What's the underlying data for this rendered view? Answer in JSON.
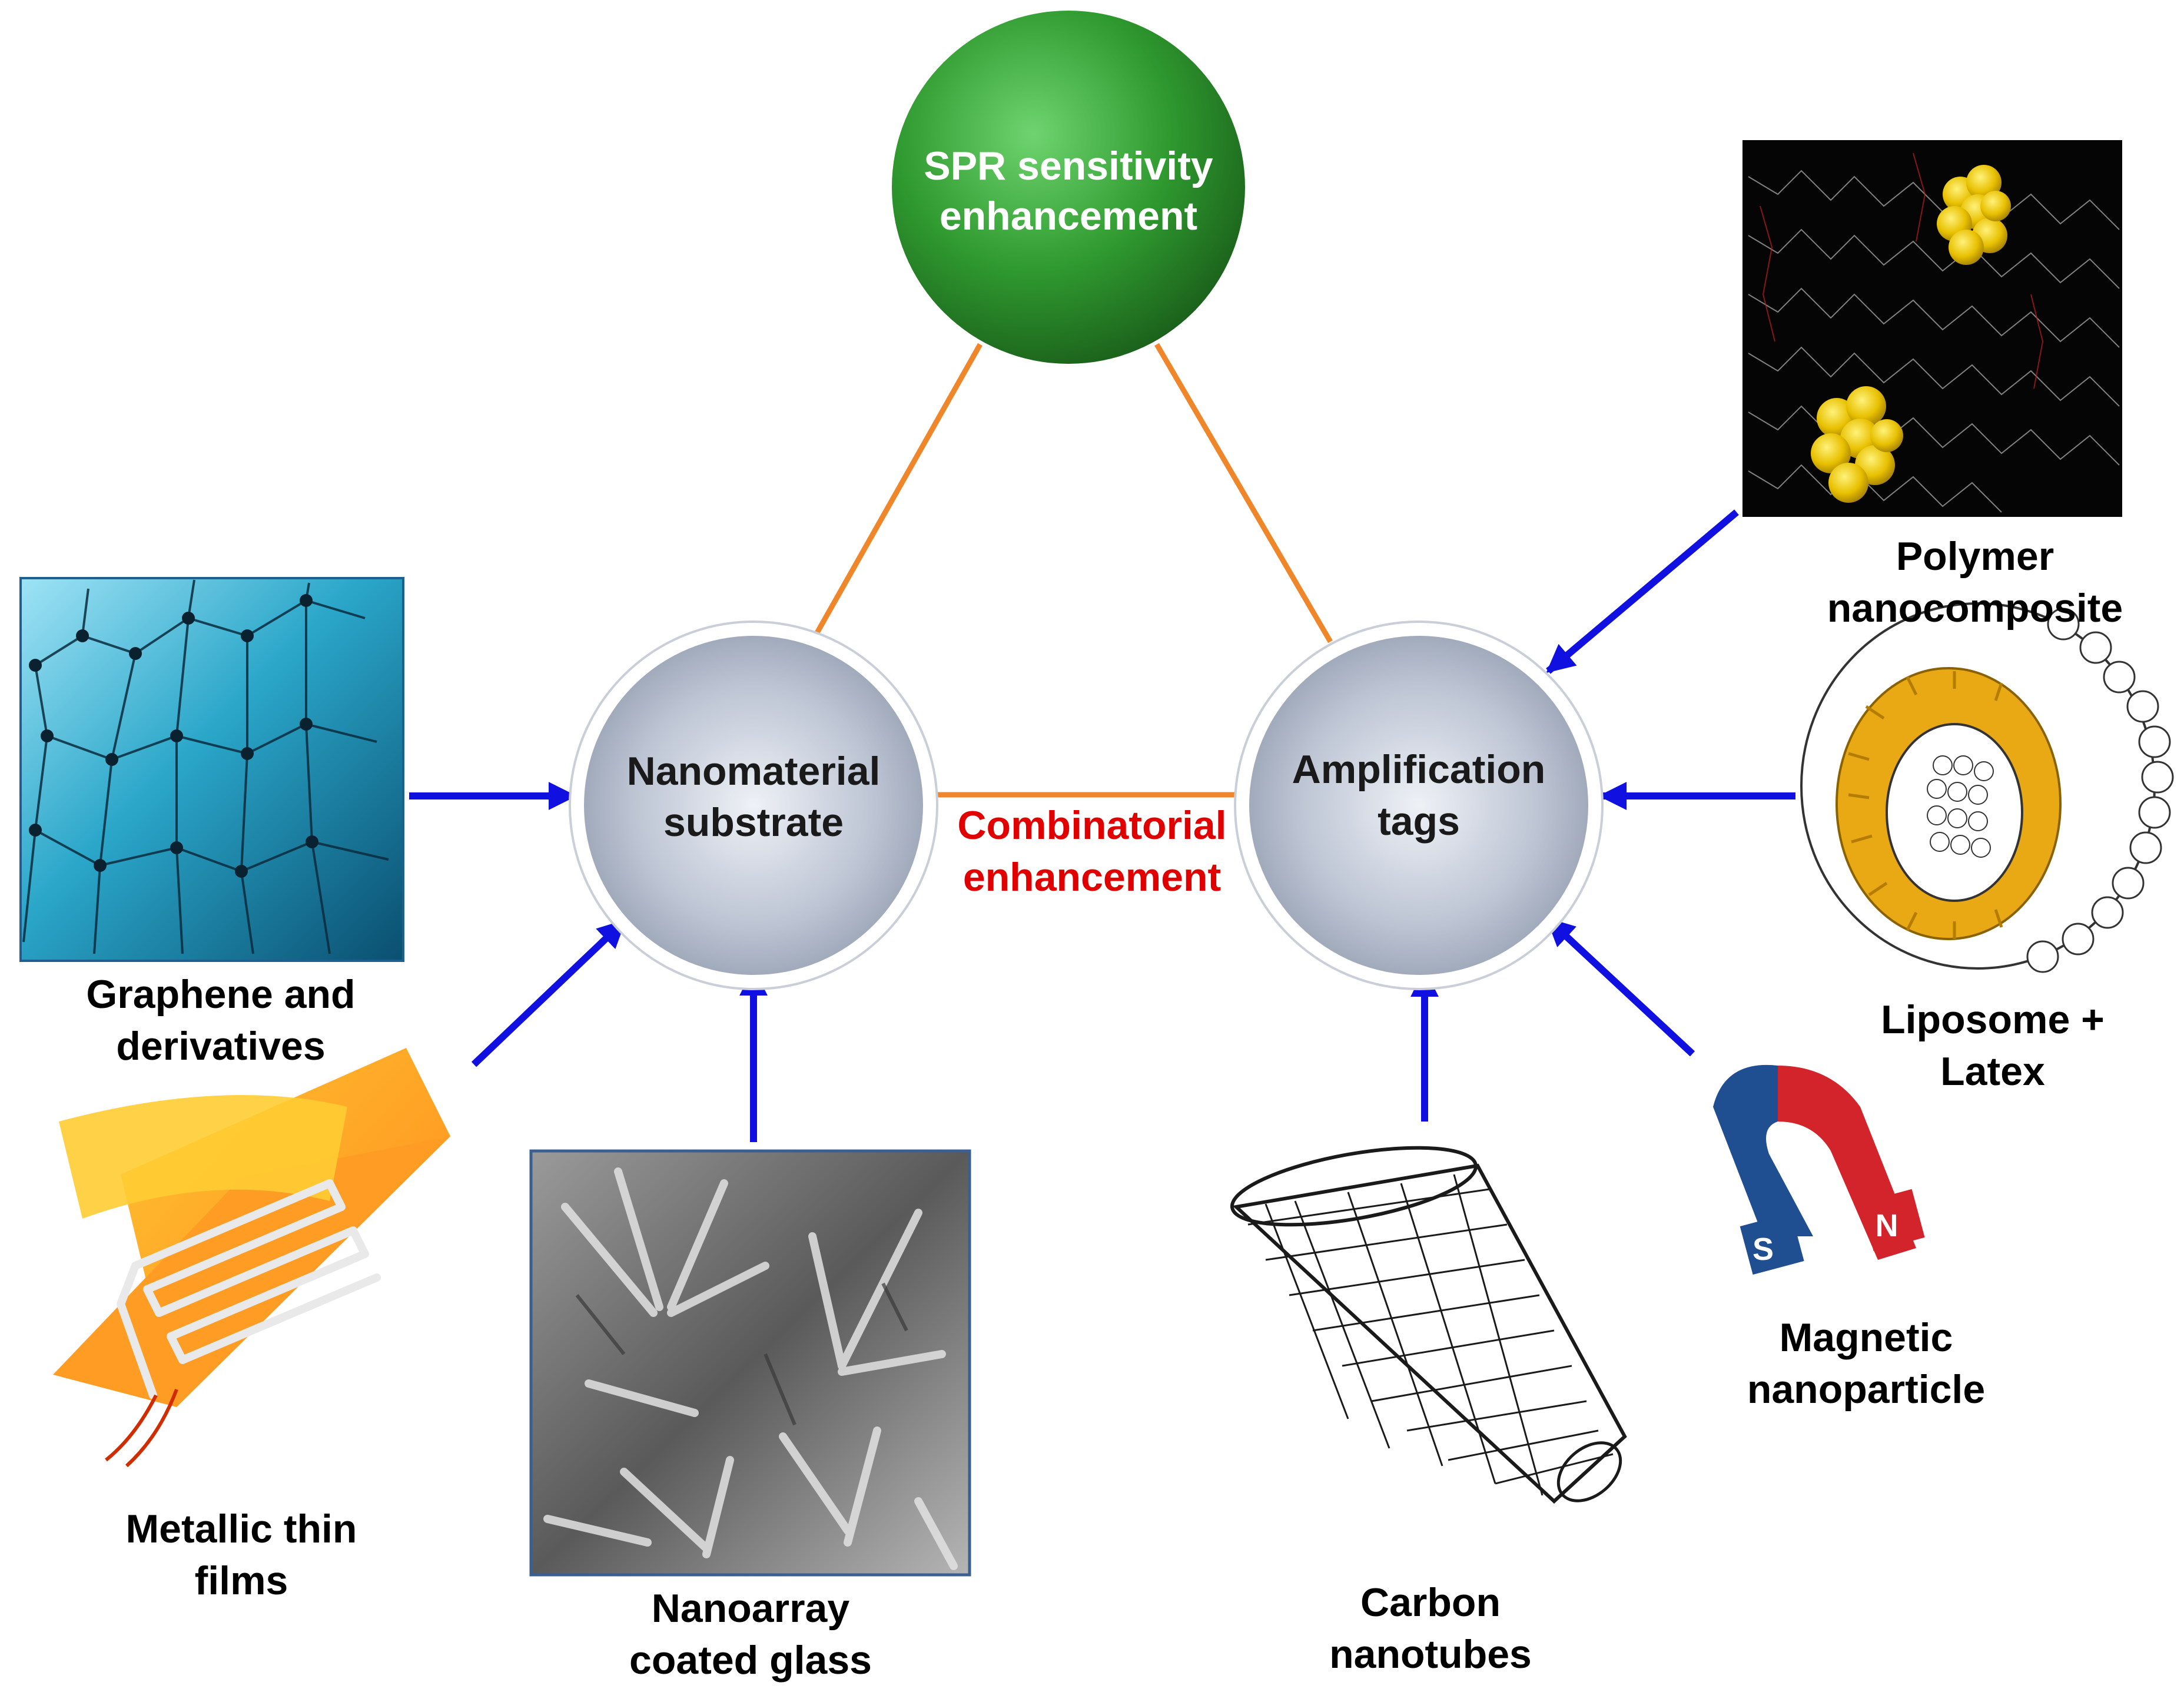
{
  "diagram": {
    "top_node": {
      "line1": "SPR sensitivity",
      "line2": "enhancement"
    },
    "left_node": {
      "line1": "Nanomaterial",
      "line2": "substrate"
    },
    "right_node": {
      "line1": "Amplification",
      "line2": "tags"
    },
    "center_label": {
      "line1": "Combinatorial",
      "line2": "enhancement"
    },
    "items": [
      {
        "id": "graphene",
        "line1": "Graphene and",
        "line2": "derivatives"
      },
      {
        "id": "metallic",
        "line1": "Metallic thin",
        "line2": "films"
      },
      {
        "id": "nanoarray",
        "line1": "Nanoarray",
        "line2": "coated glass"
      },
      {
        "id": "polymer",
        "line1": "Polymer",
        "line2": "nanocomposite"
      },
      {
        "id": "liposome",
        "line1": "Liposome +",
        "line2": "Latex"
      },
      {
        "id": "magnetic",
        "line1": "Magnetic",
        "line2": "nanoparticle"
      },
      {
        "id": "cnt",
        "line1": "Carbon",
        "line2": "nanotubes"
      }
    ],
    "magnet_poles": {
      "south": "S",
      "north": "N"
    }
  },
  "colors": {
    "arrow": "#1010e0",
    "connector": "#f0862a",
    "highlight": "#e00000",
    "top_node": "#2f8f2f",
    "node": "#b9c3d4"
  }
}
